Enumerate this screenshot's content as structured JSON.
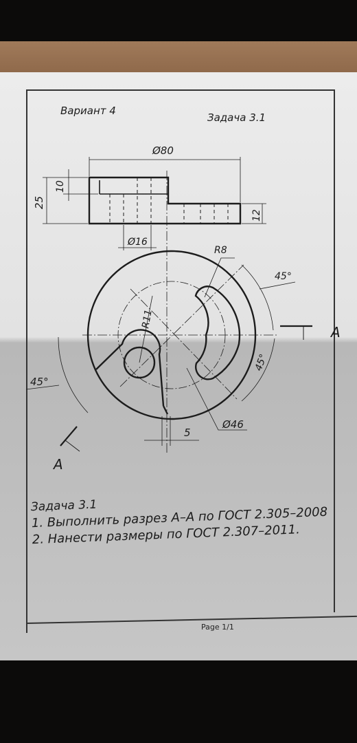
{
  "header": {
    "variant": "Вариант 4",
    "task_title": "Задача 3.1"
  },
  "dimensions": {
    "diameter_80": "Ø80",
    "height_25": "25",
    "height_10": "10",
    "height_12": "12",
    "diameter_16": "Ø16",
    "radius_8": "R8",
    "angle_45_top": "45°",
    "angle_45_right": "45°",
    "angle_45_left": "45°",
    "radius_11": "R11",
    "width_5": "5",
    "diameter_46": "Ø46",
    "section_a_right": "A",
    "section_a_left": "A"
  },
  "task": {
    "title": "Задача 3.1",
    "item_1": "1. Выполнить разрез А–А по ГОСТ 2.305–2008",
    "item_2": "2. Нанести размеры по ГОСТ 2.307–2011."
  },
  "footer": {
    "page": "Page 1/1"
  }
}
